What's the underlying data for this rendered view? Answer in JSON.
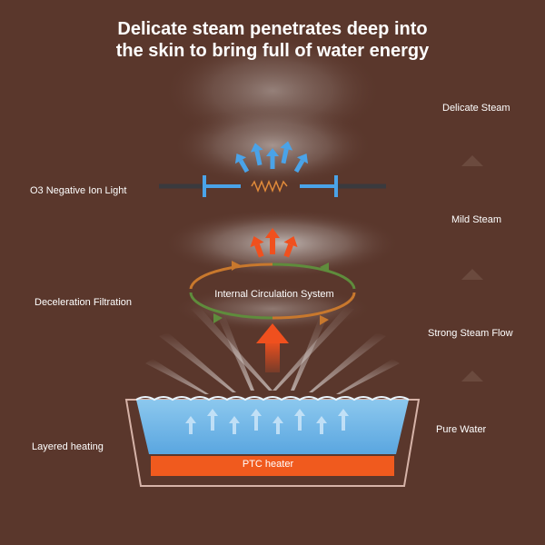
{
  "title": {
    "line1": "Delicate steam penetrates deep into",
    "line2": "the skin to bring full of water energy"
  },
  "left_labels": {
    "ion_light": "O3 Negative Ion Light",
    "deceleration": "Deceleration Filtration",
    "layered_heating": "Layered heating"
  },
  "right_labels": {
    "delicate_steam": "Delicate Steam",
    "mild_steam": "Mild Steam",
    "strong_steam": "Strong Steam Flow",
    "pure_water": "Pure Water"
  },
  "center_labels": {
    "circulation": "Internal Circulation System",
    "heater": "PTC heater"
  },
  "colors": {
    "background": "#5a372c",
    "water": "#63b3e8",
    "heater": "#f05a1e",
    "steam_arrow_blue": "#4aa3e8",
    "steam_arrow_orange": "#f0501e",
    "circulation_green": "#5f8c3c",
    "circulation_orange": "#c8782d",
    "triangle": "#6b4a3e"
  }
}
